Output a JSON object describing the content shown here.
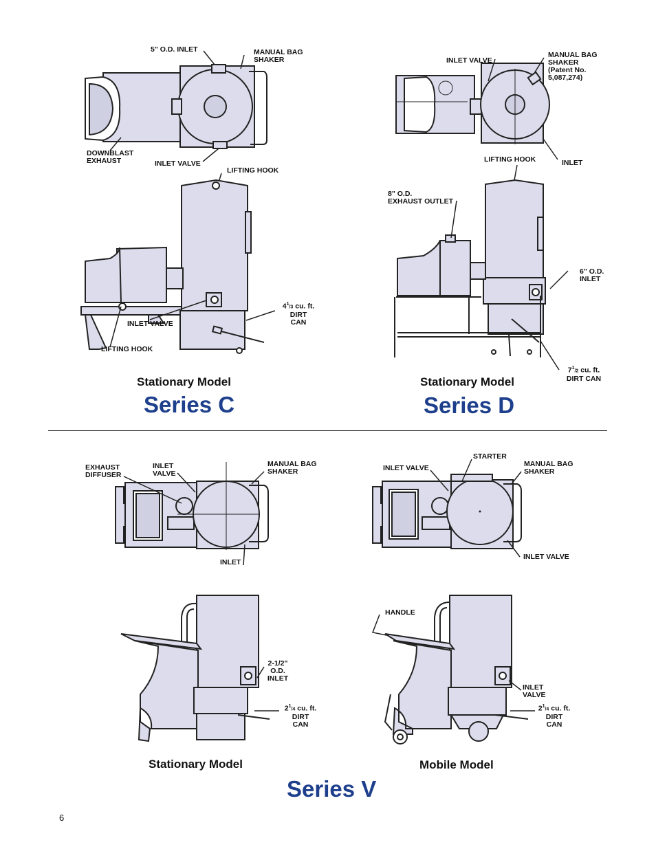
{
  "series_c": {
    "title": "Series C",
    "model": "Stationary Model",
    "labels": {
      "inlet_5": "5\" O.D. INLET",
      "manual_bag_shaker": "MANUAL BAG\nSHAKER",
      "downblast_exhaust": "DOWNBLAST\nEXHAUST",
      "inlet_valve_top": "INLET VALVE",
      "lifting_hook_top": "LIFTING HOOK",
      "inlet_valve_side": "INLET VALVE",
      "lifting_hook_side": "LIFTING HOOK",
      "dirt_can_whole": "4",
      "dirt_can_sup": "1",
      "dirt_can_sub": "/3",
      "dirt_can_rest": " cu. ft.\nDIRT\nCAN"
    }
  },
  "series_d": {
    "title": "Series D",
    "model": "Stationary Model",
    "labels": {
      "inlet_valve": "INLET VALVE",
      "manual_bag_shaker": "MANUAL BAG\nSHAKER\n(Patent No.\n5,087,274)",
      "lifting_hook": "LIFTING HOOK",
      "inlet": "INLET",
      "exhaust_outlet": "8\" O.D.\nEXHAUST OUTLET",
      "inlet_6": "6\" O.D.\nINLET",
      "dirt_can_whole": "7",
      "dirt_can_sup": "1",
      "dirt_can_sub": "/2",
      "dirt_can_rest": " cu. ft.\nDIRT CAN"
    }
  },
  "series_v": {
    "title": "Series V",
    "stationary_model": "Stationary Model",
    "mobile_model": "Mobile Model",
    "labels": {
      "exhaust_diffuser": "EXHAUST\nDIFFUSER",
      "inlet_valve_s": "INLET\nVALVE",
      "manual_bag_shaker_s": "MANUAL BAG\nSHAKER",
      "inlet_s": "INLET",
      "inlet_size": "2-1/2\"\nO.D.\nINLET",
      "dirt_can_s_whole": "2",
      "dirt_can_s_sup": "1",
      "dirt_can_s_sub": "/4",
      "dirt_can_s_rest": " cu. ft.\nDIRT\nCAN",
      "starter": "STARTER",
      "inlet_valve_m": "INLET VALVE",
      "manual_bag_shaker_m": "MANUAL BAG\nSHAKER",
      "inlet_valve_m2": "INLET VALVE",
      "handle": "HANDLE",
      "inlet_valve_m3": "INLET\nVALVE",
      "dirt_can_m_whole": "2",
      "dirt_can_m_sup": "1",
      "dirt_can_m_sub": "/4",
      "dirt_can_m_rest": " cu. ft.\nDIRT\nCAN"
    }
  },
  "page_number": "6"
}
